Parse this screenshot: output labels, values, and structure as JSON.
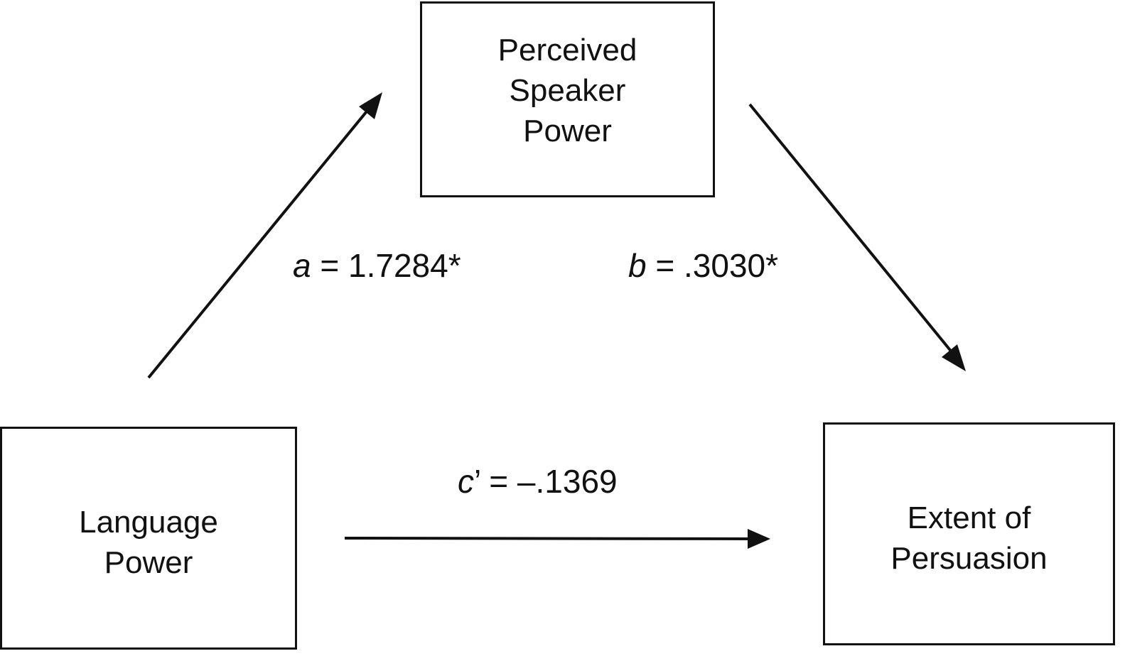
{
  "nodes": {
    "mediator": {
      "lines": [
        "Perceived",
        "Speaker",
        "Power"
      ]
    },
    "predictor": {
      "lines": [
        "Language",
        "Power"
      ]
    },
    "outcome": {
      "lines": [
        "Extent of",
        "Persuasion"
      ]
    }
  },
  "paths": {
    "a": {
      "symbol": "a",
      "text": " = 1.7284*"
    },
    "b": {
      "symbol": "b",
      "text": " = .3030*"
    },
    "c_prime": {
      "symbol": "c",
      "text": "’ = –.1369"
    }
  },
  "colors": {
    "ink": "#111111",
    "background": "#ffffff"
  }
}
